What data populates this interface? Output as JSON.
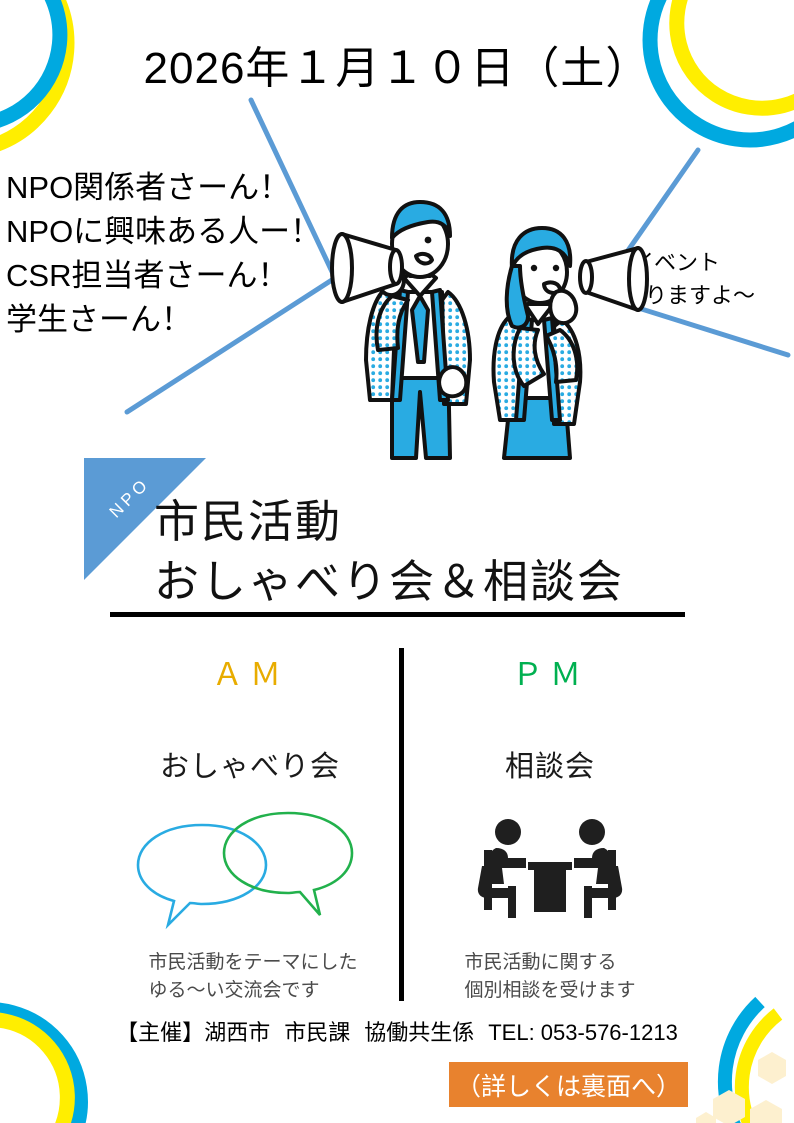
{
  "flyer": {
    "date": "2026年１月１０日（土）",
    "audience": [
      "NPO関係者さーん！",
      "NPOに興味ある人ー！",
      "CSR担当者さーん！",
      "学生さーん！"
    ],
    "callout": [
      "イベント",
      "やりますよ〜"
    ],
    "badge": "NPO",
    "title": [
      "市民活動",
      "おしゃべり会＆相談会"
    ],
    "sessions": [
      {
        "period": "ＡＭ",
        "period_color": "#e8ac00",
        "name": "おしゃべり会",
        "icon": "speech-bubbles-icon",
        "description": [
          "市民活動をテーマにした",
          "ゆる〜い交流会です"
        ]
      },
      {
        "period": "ＰＭ",
        "period_color": "#00b050",
        "name": "相談会",
        "icon": "consultation-table-icon",
        "description": [
          "市民活動に関する",
          "個別相談を受けます"
        ]
      }
    ],
    "footer": {
      "organizer_label": "【主催】",
      "organizer_city": "湖西市",
      "organizer_dept": "市民課",
      "organizer_section": "協働共生係",
      "tel": "TEL: 053-576-1213",
      "back_side_button": "（詳しくは裏面へ）"
    },
    "colors": {
      "blue": "#00a9e0",
      "yellow": "#ffee00",
      "badge_blue": "#5b9bd5",
      "line_blue": "#5b9bd5",
      "orange": "#e8822e",
      "bubble_blue": "#29abe2",
      "bubble_green": "#22b14c",
      "illustration_blue": "#29abe2",
      "hexagon": "#fdf0cf"
    }
  }
}
